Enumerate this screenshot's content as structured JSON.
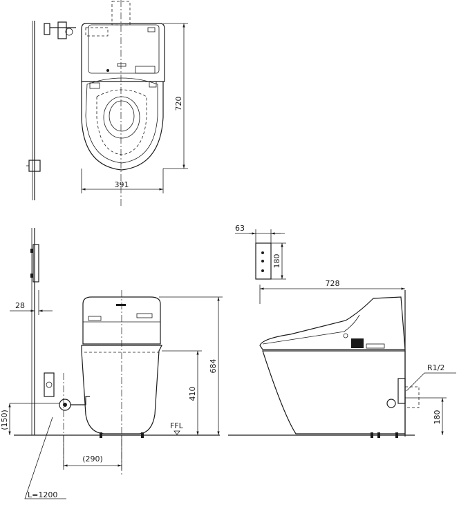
{
  "dimensions": {
    "plan_width": "391",
    "plan_depth": "720",
    "tank_depth": "63",
    "tank_height": "180",
    "overall_length": "728",
    "wall_offset": "28",
    "overall_height": "684",
    "seat_height": "410",
    "supply_height": "(150)",
    "drain_offset": "(290)",
    "pipe_length": "L=1200",
    "floor_label": "FFL",
    "thread_size": "R1/2",
    "supply_height_side": "180"
  },
  "colors": {
    "line": "#1a1a1a",
    "background": "#ffffff"
  }
}
